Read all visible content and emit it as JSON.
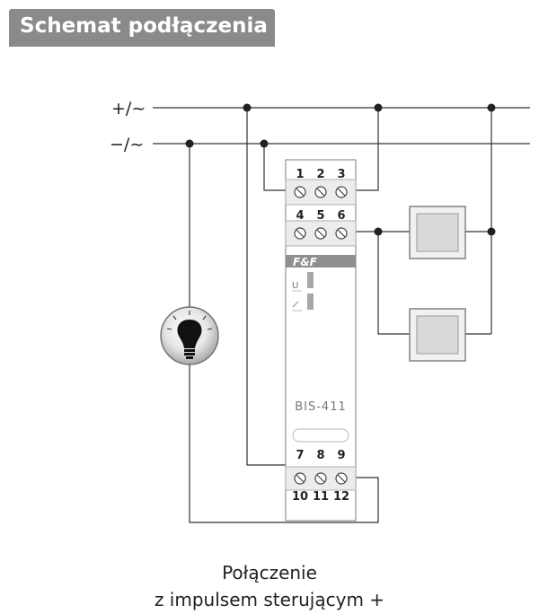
{
  "title": "Schemat podłączenia",
  "lines": {
    "positive": "+/~",
    "negative": "−/~"
  },
  "device": {
    "logo": "F&F",
    "label_u": "U",
    "model": "BIS-411",
    "terminals_top_row1": [
      "1",
      "2",
      "3"
    ],
    "terminals_top_row2": [
      "4",
      "5",
      "6"
    ],
    "terminals_bottom_row1": [
      "7",
      "8",
      "9"
    ],
    "terminals_bottom_row2": [
      "10",
      "11",
      "12"
    ]
  },
  "icons": [
    "lightbulb-icon",
    "pushbutton-icon",
    "screw-terminal-icon"
  ],
  "caption": {
    "line1": "Połączenie",
    "line2": "z impulsem sterującym +"
  }
}
